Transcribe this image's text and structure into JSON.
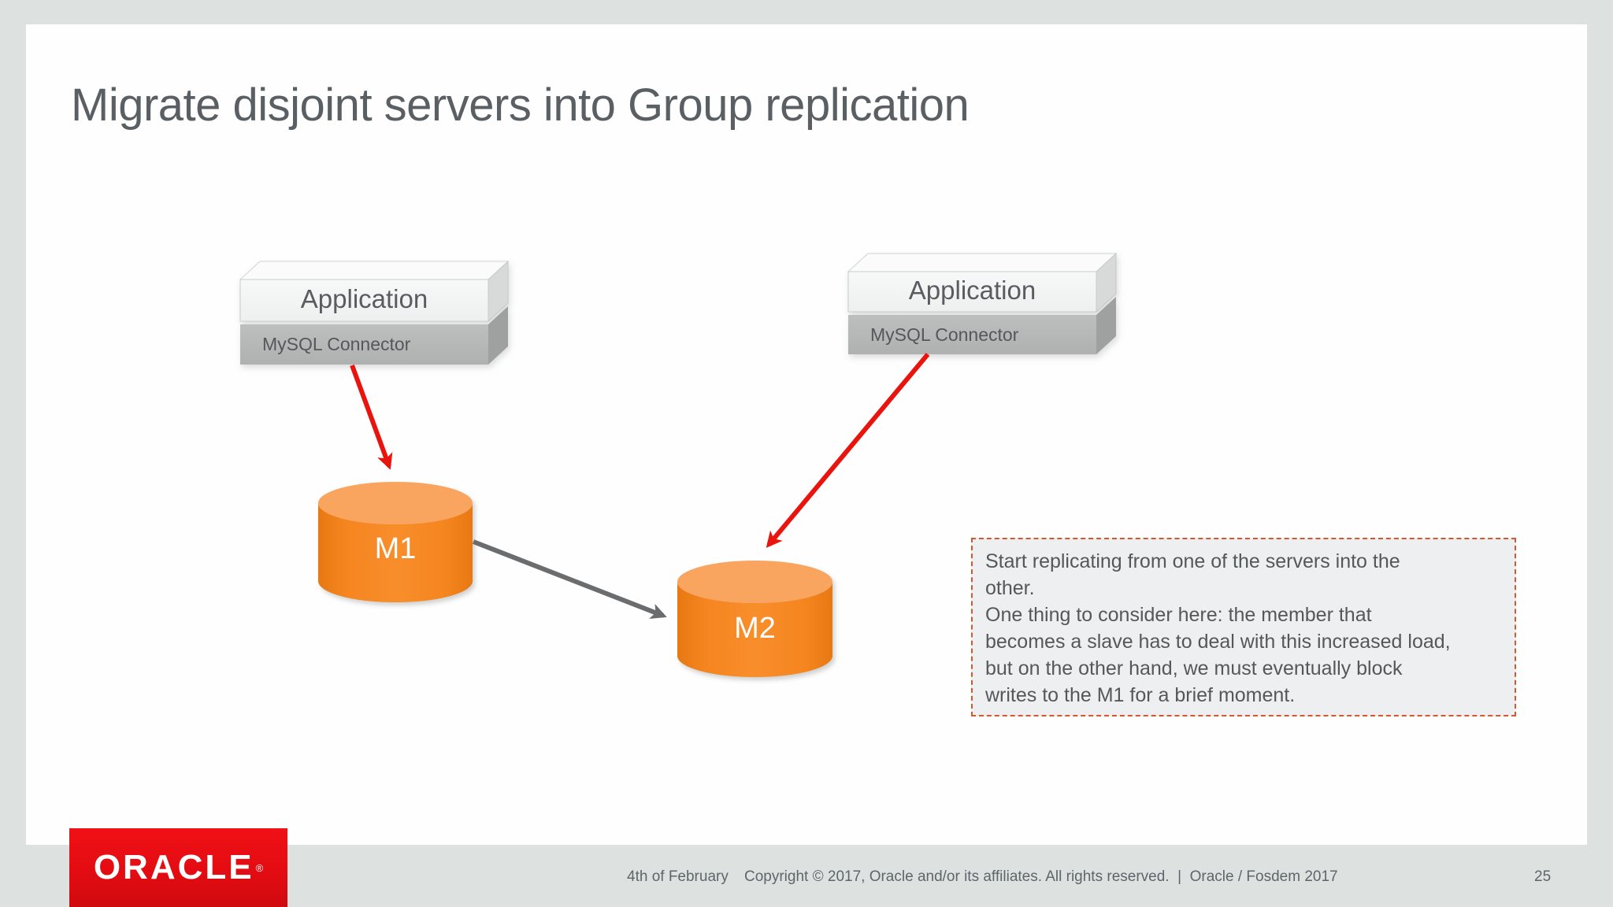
{
  "slide": {
    "title": "Migrate disjoint servers into Group replication"
  },
  "diagram": {
    "app_stack_left": {
      "app_label": "Application",
      "connector_label": "MySQL Connector"
    },
    "app_stack_right": {
      "app_label": "Application",
      "connector_label": "MySQL Connector"
    },
    "server_m1": "M1",
    "server_m2": "M2",
    "note": "Start replicating from one of the servers into the\nother.\nOne thing to consider here: the member that\nbecomes a slave has to deal with this increased load,\nbut on the other hand, we must eventually block\nwrites to the M1 for a brief moment."
  },
  "footer": {
    "logo_text": "ORACLE",
    "logo_registered": "®",
    "date": "4th of February",
    "copyright": "Copyright © 2017, Oracle and/or its affiliates. All rights reserved.  |  Oracle / Fosdem 2017",
    "page": "25"
  },
  "colors": {
    "background_gray": "#dde1e0",
    "slide_white": "#fefefe",
    "title_gray": "#595f63",
    "db_orange": "#f5821f",
    "db_orange_top": "#f9a45f",
    "arrow_red": "#e9140e",
    "arrow_gray": "#6a6c6e",
    "box_front_light": "#f3f4f4",
    "connector_gray": "#b5b8b7",
    "note_background": "#edeff0",
    "note_border_orange": "#d4582e",
    "oracle_red": "#e30c12"
  }
}
